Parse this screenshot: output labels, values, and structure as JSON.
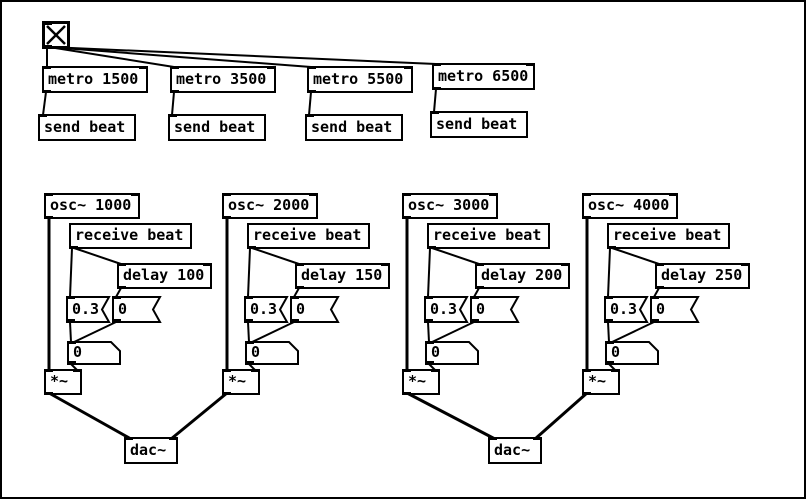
{
  "patch": {
    "background_color": "#ffffff",
    "wire_color": "#000000",
    "toggle": {
      "glyph": "X",
      "state": "on"
    },
    "metros": [
      {
        "label": "metro 1500"
      },
      {
        "label": "metro 3500"
      },
      {
        "label": "metro 5500"
      },
      {
        "label": "metro 6500"
      }
    ],
    "sends": [
      {
        "label": "send beat"
      },
      {
        "label": "send beat"
      },
      {
        "label": "send beat"
      },
      {
        "label": "send beat"
      }
    ],
    "voices": [
      {
        "osc": "osc~ 1000",
        "receive": "receive beat",
        "delay": "delay 100",
        "amp_message": "0.3",
        "mute_message": "0",
        "number_value": "0",
        "multiplier": "*~"
      },
      {
        "osc": "osc~ 2000",
        "receive": "receive beat",
        "delay": "delay 150",
        "amp_message": "0.3",
        "mute_message": "0",
        "number_value": "0",
        "multiplier": "*~"
      },
      {
        "osc": "osc~ 3000",
        "receive": "receive beat",
        "delay": "delay 200",
        "amp_message": "0.3",
        "mute_message": "0",
        "number_value": "0",
        "multiplier": "*~"
      },
      {
        "osc": "osc~ 4000",
        "receive": "receive beat",
        "delay": "delay 250",
        "amp_message": "0.3",
        "mute_message": "0",
        "number_value": "0",
        "multiplier": "*~"
      }
    ],
    "dacs": [
      {
        "label": "dac~"
      },
      {
        "label": "dac~"
      }
    ]
  }
}
